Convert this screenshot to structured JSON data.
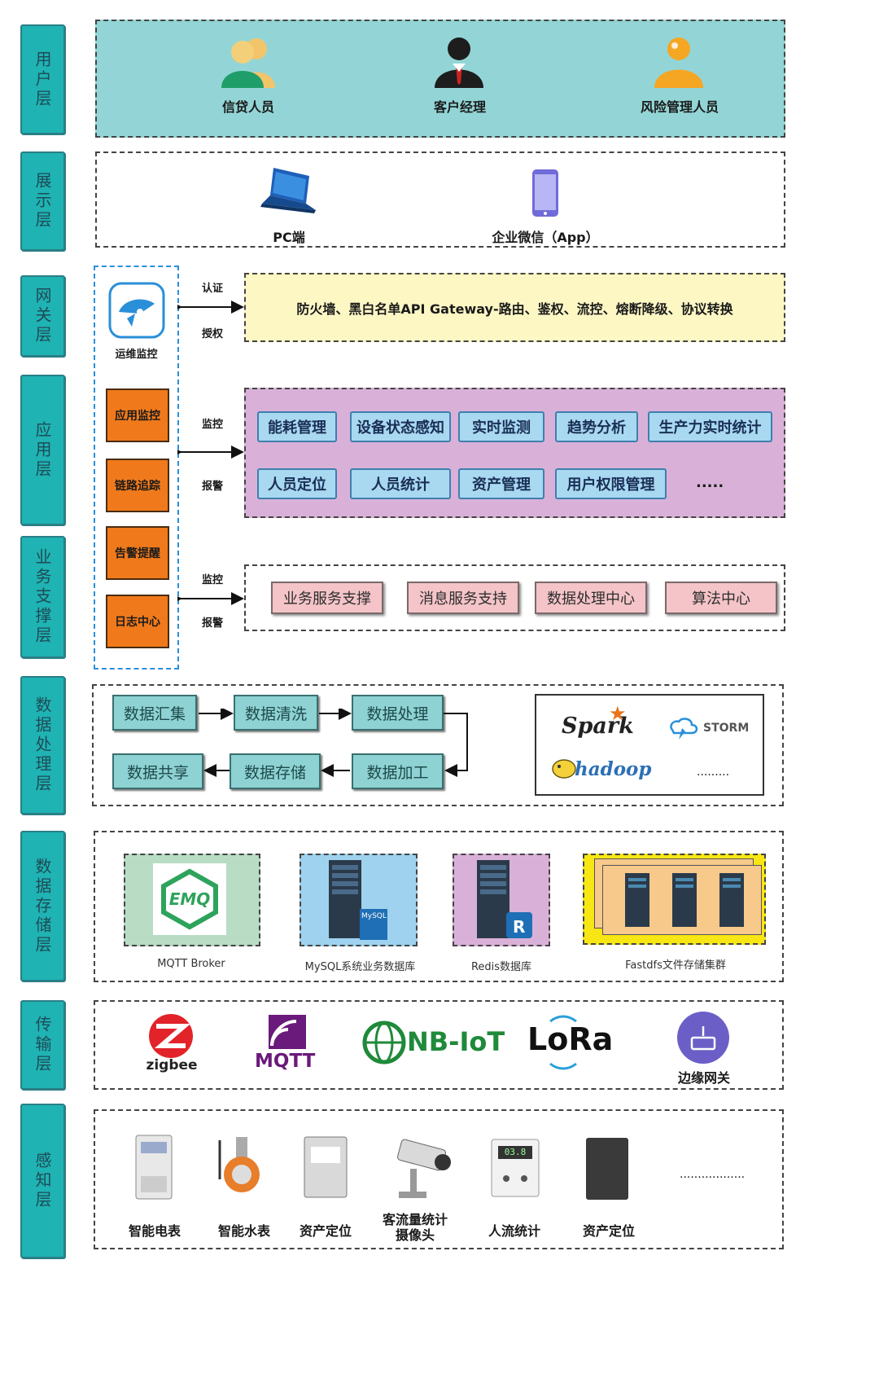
{
  "layers": {
    "user": "用户层",
    "display": "展示层",
    "gateway": "网关层",
    "application": "应用层",
    "business": "业务支撑层",
    "processing": "数据处理层",
    "storage": "数据存储层",
    "transport": "传输层",
    "perception": "感知层"
  },
  "users": [
    "信贷人员",
    "客户经理",
    "风险管理人员"
  ],
  "display": {
    "pc": "PC端",
    "app": "企业微信（App）"
  },
  "ops": {
    "title": "运维监控",
    "items": [
      "应用监控",
      "链路追踪",
      "告警提醒",
      "日志中心"
    ]
  },
  "arrows": {
    "gateway_top": "认证",
    "gateway_bottom": "授权",
    "app_top": "监控",
    "app_bottom": "报警",
    "biz_top": "监控",
    "biz_bottom": "报警"
  },
  "gateway_text": "防火墙、黑白名单API Gateway-路由、鉴权、流控、熔断降级、协议转换",
  "application": {
    "row1": [
      "能耗管理",
      "设备状态感知",
      "实时监测",
      "趋势分析",
      "生产力实时统计"
    ],
    "row2": [
      "人员定位",
      "人员统计",
      "资产管理",
      "用户权限管理"
    ],
    "more": "....."
  },
  "business": [
    "业务服务支撑",
    "消息服务支持",
    "数据处理中心",
    "算法中心"
  ],
  "processing": {
    "row1": [
      "数据汇集",
      "数据清洗",
      "数据处理"
    ],
    "row2": [
      "数据共享",
      "数据存储",
      "数据加工"
    ],
    "tools": {
      "spark": "Spark",
      "storm": "STORM",
      "hadoop": "hadoop",
      "more": "........."
    }
  },
  "storage": {
    "items": [
      "MQTT Broker",
      "MySQL系统业务数据库",
      "Redis数据库",
      "Fastdfs文件存储集群"
    ],
    "emq": "EMQ",
    "mysql_tag": "MySQL",
    "redis_tag": "R"
  },
  "transport": {
    "zigbee": "zigbee",
    "mqtt": "MQTT",
    "nbiot": "NB-IoT",
    "lora": "LoRa",
    "edge": "边缘网关"
  },
  "perception": {
    "items": [
      "智能电表",
      "智能水表",
      "资产定位",
      "客流量统计\n摄像头",
      "人流统计",
      "资产定位"
    ],
    "more": "..................",
    "meter_display": "03.8"
  },
  "colors": {
    "teal": "#1fb3b3",
    "user_panel": "#93d5d6",
    "gateway_panel": "#fdf7c4",
    "app_panel": "#d9b1d8",
    "orange": "#f07a1b"
  }
}
